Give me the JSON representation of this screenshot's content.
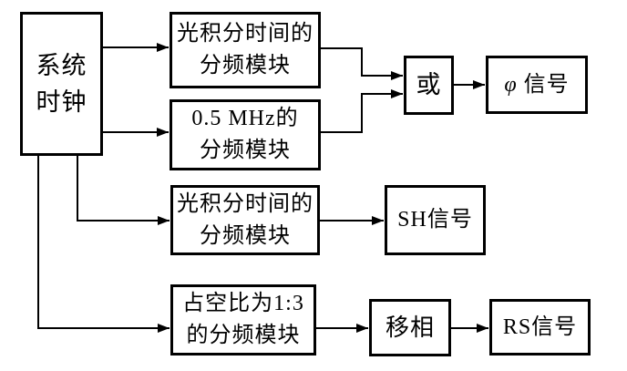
{
  "diagram": {
    "colors": {
      "line": "#000000",
      "background": "#ffffff",
      "text": "#000000"
    },
    "nodes": {
      "system_clock": {
        "label": "系统\n时钟"
      },
      "int_time_divider_top": {
        "label": "光积分时间的\n分频模块"
      },
      "mhz_divider": {
        "label": "0.5 MHz的\n分频模块"
      },
      "or_gate": {
        "label": "或"
      },
      "phi_signal": {
        "symbol": "φ",
        "suffix": "信号"
      },
      "int_time_divider_mid": {
        "label": "光积分时间的\n分频模块"
      },
      "sh_signal": {
        "label": "SH信号"
      },
      "duty_cycle_divider": {
        "label": "占空比为1:3\n的分频模块"
      },
      "phase_shift": {
        "label": "移相"
      },
      "rs_signal": {
        "label": "RS信号"
      }
    },
    "edges": [
      {
        "from": "system_clock",
        "to": "int_time_divider_top"
      },
      {
        "from": "system_clock",
        "to": "mhz_divider"
      },
      {
        "from": "system_clock",
        "to": "int_time_divider_mid"
      },
      {
        "from": "system_clock",
        "to": "duty_cycle_divider"
      },
      {
        "from": "int_time_divider_top",
        "to": "or_gate"
      },
      {
        "from": "mhz_divider",
        "to": "or_gate"
      },
      {
        "from": "or_gate",
        "to": "phi_signal"
      },
      {
        "from": "int_time_divider_mid",
        "to": "sh_signal"
      },
      {
        "from": "duty_cycle_divider",
        "to": "phase_shift"
      },
      {
        "from": "phase_shift",
        "to": "rs_signal"
      }
    ]
  }
}
